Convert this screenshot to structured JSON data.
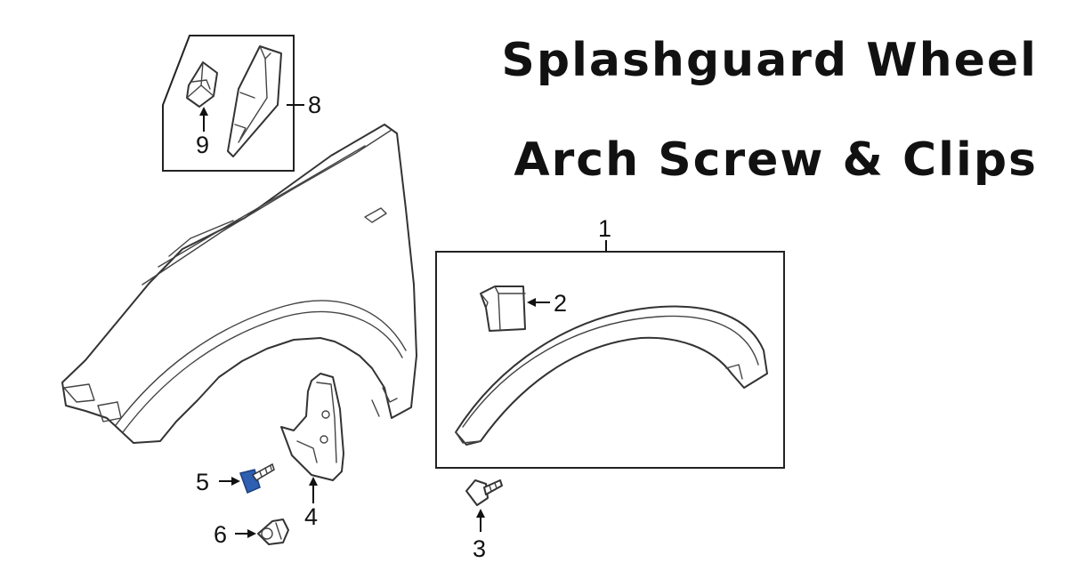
{
  "title": {
    "line1": "Splashguard Wheel",
    "line2": "Arch Screw & Clips"
  },
  "callouts": {
    "part_1": "1",
    "part_2": "2",
    "part_3": "3",
    "part_4": "4",
    "part_5": "5",
    "part_6": "6",
    "part_8": "8",
    "part_9": "9"
  },
  "colors": {
    "line_art": "#333333",
    "highlight_screw": "#2f5fb0",
    "title_text": "#111111"
  }
}
